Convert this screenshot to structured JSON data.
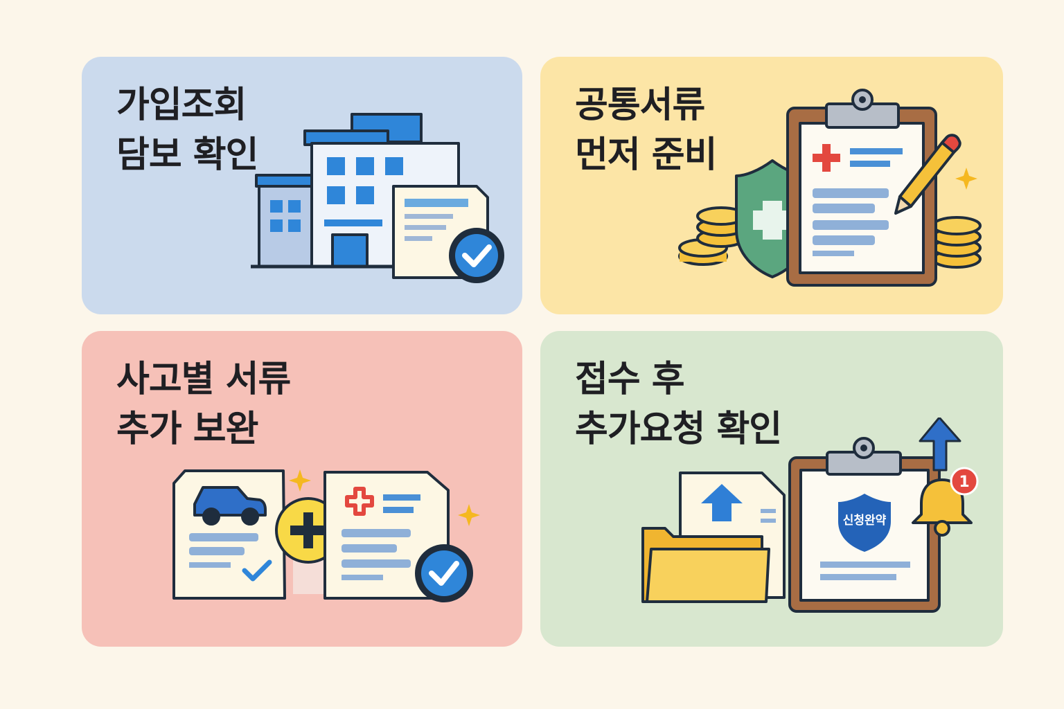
{
  "cards": [
    {
      "line1": "가입조회",
      "line2": "담보 확인",
      "bg": "#cbdaed"
    },
    {
      "line1": "공통서류",
      "line2": "먼저 준비",
      "bg": "#fce5a6"
    },
    {
      "line1": "사고별 서류",
      "line2": "추가 보완",
      "bg": "#f6c1b8"
    },
    {
      "line1": "접수 후",
      "line2": "추가요청 확인",
      "bg": "#d8e7cf"
    }
  ],
  "badge_text": "신청완약",
  "notification_count": "1",
  "icons": [
    "building-icon",
    "document-check-icon",
    "clipboard-icon",
    "shield-plus-icon",
    "coins-icon",
    "pencil-icon",
    "car-document-icon",
    "medical-document-icon",
    "plus-circle-icon",
    "folder-icon",
    "upload-arrow-icon",
    "bell-icon"
  ]
}
